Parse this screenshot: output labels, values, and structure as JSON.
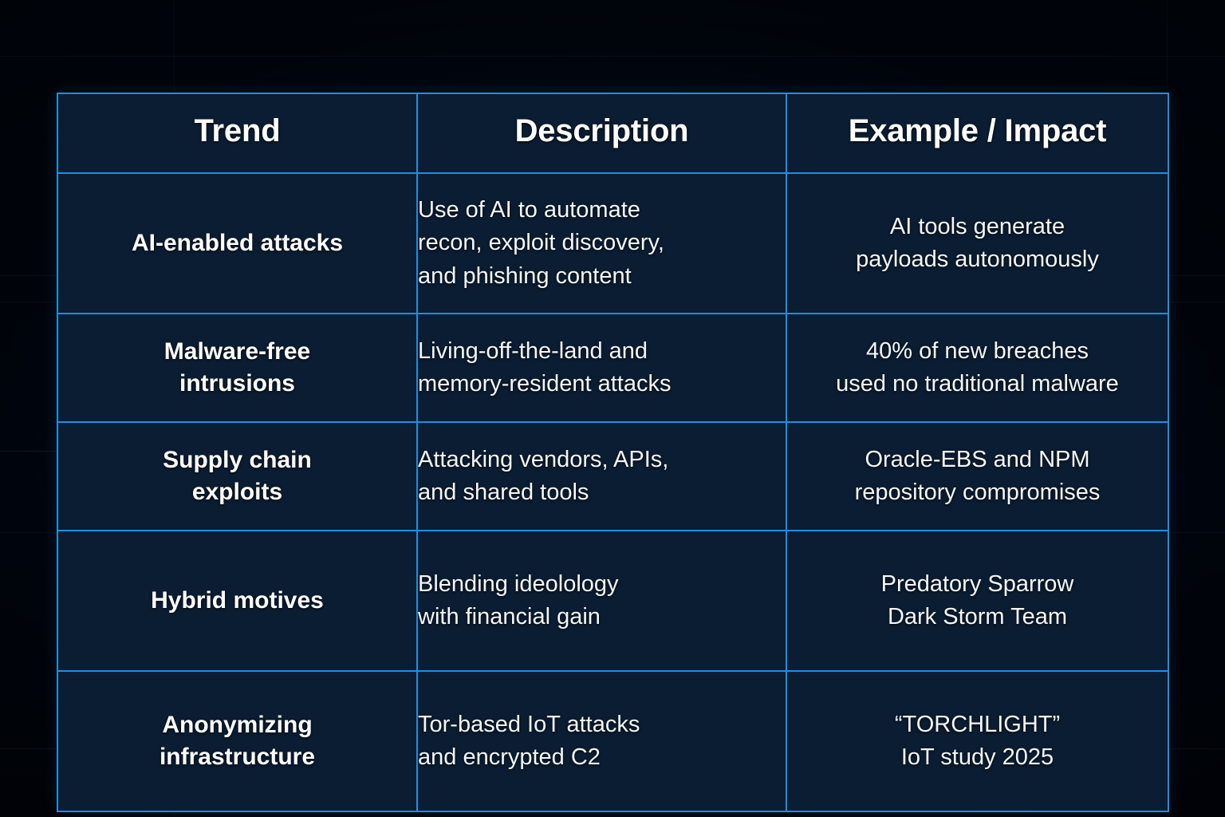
{
  "background": {
    "page_color": "#061321",
    "cell_color": "#0b1d32",
    "border_color": "#1e8fe0",
    "text_color": "#ffffff"
  },
  "table": {
    "title": "",
    "columns": [
      {
        "key": "trend",
        "label": "Trend"
      },
      {
        "key": "desc",
        "label": "Description"
      },
      {
        "key": "example",
        "label": "Example / Impact"
      }
    ],
    "rows": [
      {
        "trend": "AI-enabled attacks",
        "desc": "Use of AI to automate\nrecon, exploit discovery,\nand phishing content",
        "example": "AI tools generate\npayloads autonomously"
      },
      {
        "trend": "Malware-free\nintrusions",
        "desc": "Living-off-the-land and\nmemory-resident attacks",
        "example": "40% of new breaches\nused no traditional malware"
      },
      {
        "trend": "Supply chain\nexploits",
        "desc": "Attacking vendors, APIs,\nand shared tools",
        "example": "Oracle-EBS and NPM\nrepository compromises"
      },
      {
        "trend": "Hybrid motives",
        "desc": "Blending ideolology\nwith financial gain",
        "example": "Predatory Sparrow\nDark Storm Team"
      },
      {
        "trend": "Anonymizing\ninfrastructure",
        "desc": "Tor-based IoT attacks\nand encrypted C2",
        "example": "“TORCHLIGHT”\nIoT study 2025"
      }
    ]
  }
}
